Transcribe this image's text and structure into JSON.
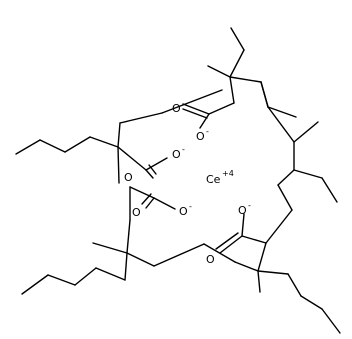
{
  "molecule": {
    "metal": {
      "symbol": "Ce",
      "charge": "+4",
      "color": "#000000"
    },
    "atoms": {
      "oxygen_symbol": "O",
      "anion_charge": "-",
      "carbonyl_oxygen_color": "#c00000",
      "anion_oxygen_color": "#000000"
    },
    "ligands": [
      {
        "name": "carboxylate-1",
        "charge": "-"
      },
      {
        "name": "carboxylate-2",
        "charge": "-"
      },
      {
        "name": "carboxylate-3",
        "charge": "-"
      },
      {
        "name": "carboxylate-4",
        "charge": "-"
      }
    ],
    "bond_color": "#000000",
    "background": "#ffffff"
  }
}
